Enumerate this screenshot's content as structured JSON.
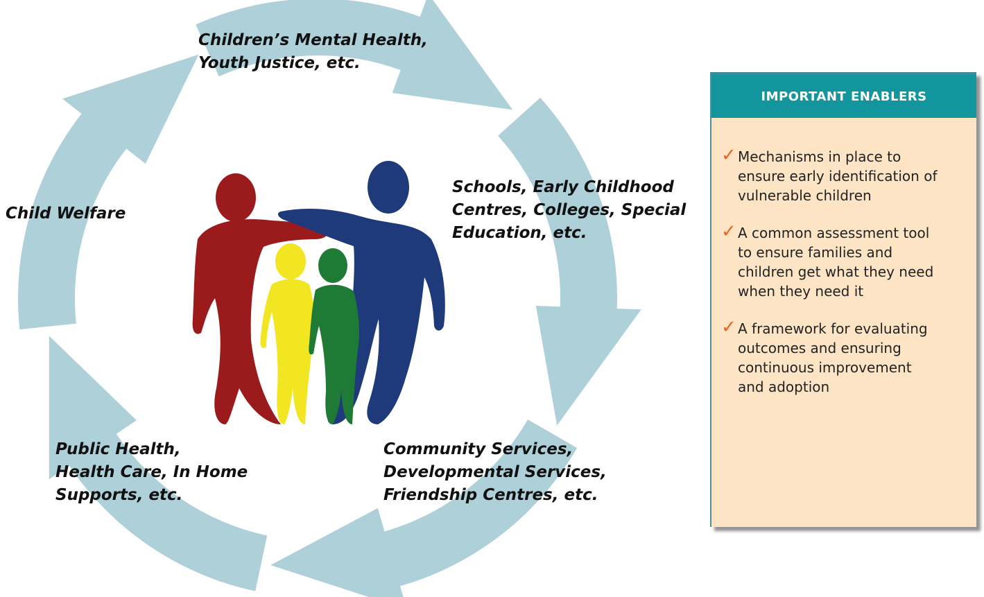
{
  "colors": {
    "arrow": "#aed1d9",
    "red_figure": "#9b1b1d",
    "blue_figure": "#1f3a7a",
    "yellow_figure": "#f2e623",
    "green_figure": "#1e7a34",
    "panel_header": "#12959d",
    "panel_body": "#fce4c4",
    "checkmark": "#e8652a"
  },
  "cycle": {
    "sectors": [
      {
        "id": "mental",
        "lines": [
          "Children’s Mental Health,",
          "Youth Justice, etc."
        ]
      },
      {
        "id": "schools",
        "lines": [
          "Schools, Early Childhood",
          "Centres, Colleges, Special",
          "Education, etc."
        ]
      },
      {
        "id": "community",
        "lines": [
          "Community Services,",
          "Developmental Services,",
          "Friendship Centres, etc."
        ]
      },
      {
        "id": "public",
        "lines": [
          "Public Health,",
          "Health Care, In Home",
          "Supports, etc."
        ]
      },
      {
        "id": "welfare",
        "lines": [
          "Child Welfare"
        ]
      }
    ]
  },
  "center_image": {
    "icon": "family-icon"
  },
  "enablers": {
    "title": "IMPORTANT ENABLERS",
    "check_glyph": "✓",
    "items": [
      "Mechanisms in place to ensure early identification of vulnerable children",
      "A common assessment tool to ensure families and children get what they need when they need it",
      "A framework for evaluating outcomes and ensuring continuous improvement and adoption"
    ]
  }
}
